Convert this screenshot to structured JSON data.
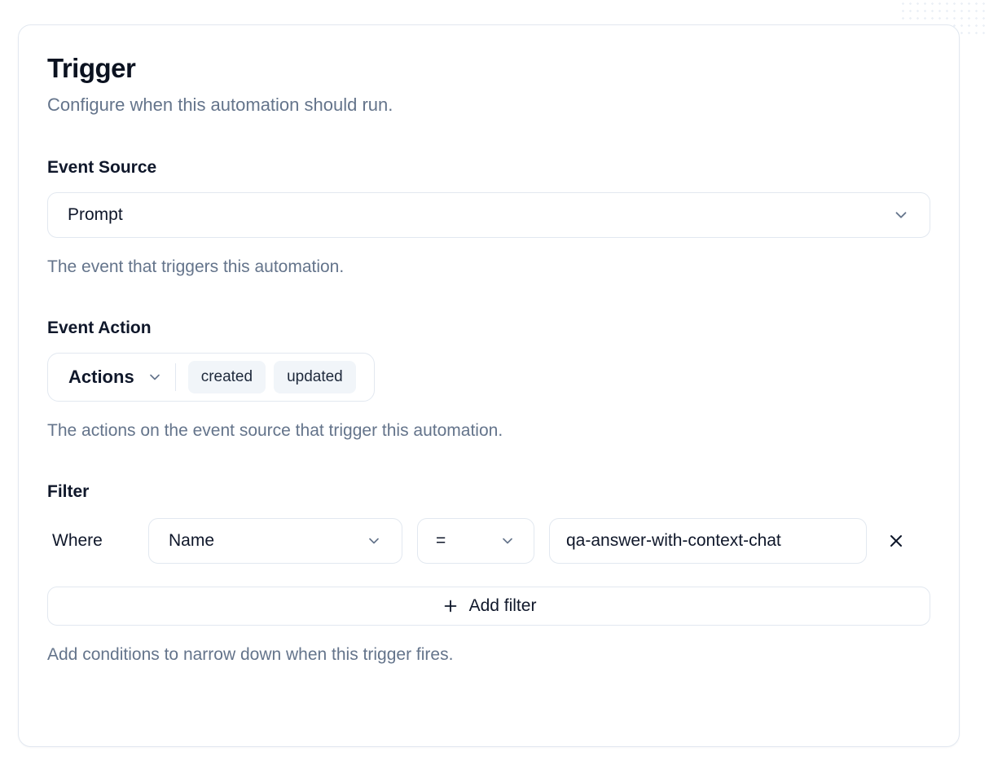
{
  "page": {
    "title": "Trigger",
    "subtitle": "Configure when this automation should run."
  },
  "event_source": {
    "label": "Event Source",
    "selected": "Prompt",
    "helper": "The event that triggers this automation."
  },
  "event_action": {
    "label": "Event Action",
    "dropdown_label": "Actions",
    "selected_actions": [
      "created",
      "updated"
    ],
    "helper": "The actions on the event source that trigger this automation."
  },
  "filter": {
    "label": "Filter",
    "where_label": "Where",
    "rows": [
      {
        "field": "Name",
        "operator": "=",
        "value": "qa-answer-with-context-chat"
      }
    ],
    "add_button_label": "Add filter",
    "helper": "Add conditions to narrow down when this trigger fires."
  },
  "icons": {
    "chevron_down": "v",
    "close": "×",
    "plus": "+"
  },
  "colors": {
    "card_bg": "#ffffff",
    "border": "#e2e8f0",
    "text": "#0f172a",
    "muted_text": "#64748b",
    "chip_bg": "#f1f5f9",
    "chip_text": "#1e293b"
  }
}
